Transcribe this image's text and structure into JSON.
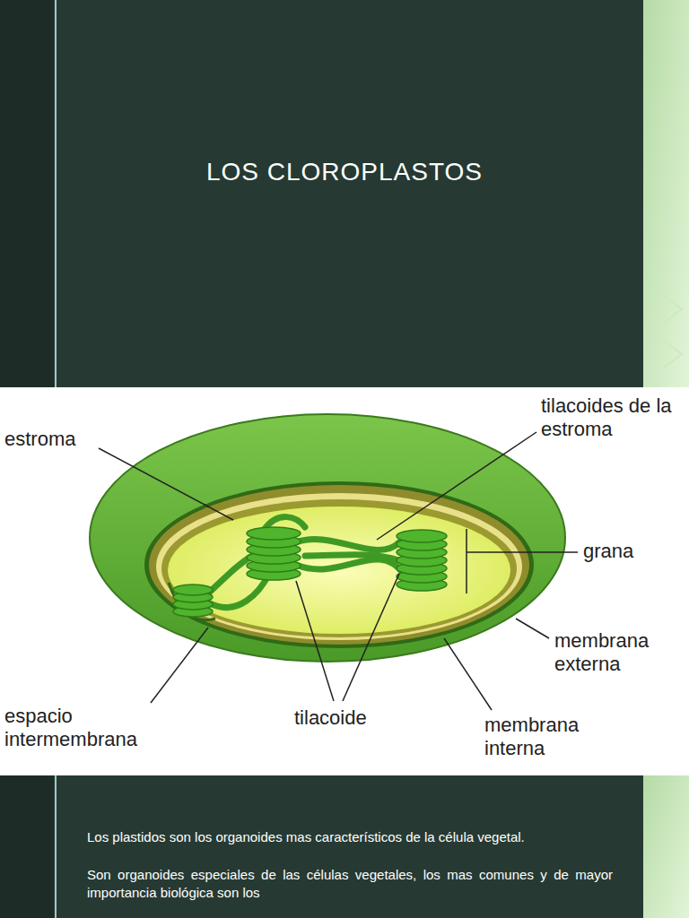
{
  "diagram": {
    "title": "LOS CLOROPLASTOS",
    "labels": [
      "estroma",
      "tilacoides de la estroma",
      "grana",
      "membrana externa",
      "espacio intermembrana",
      "tilacoide",
      "membrana interna",
      "Los plastidos son los organoides mas característicos de la célula vegetal.",
      "Son organoides especiales de las células vegetales, los mas comunes y de mayor importancia biológica son los"
    ]
  }
}
